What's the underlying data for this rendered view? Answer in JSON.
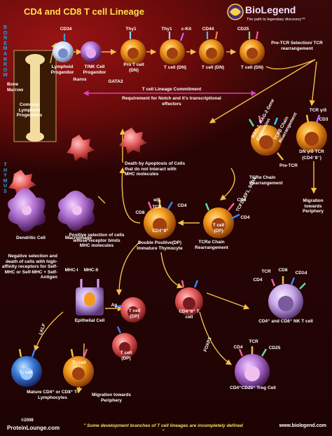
{
  "header": {
    "title": "CD4 and CD8 T cell Lineage",
    "brand_name": "BioLegend",
    "brand_tagline": "The path to legendary discovery™"
  },
  "regions": {
    "bone_marrow": "BONE MARROW",
    "thymus": "THYMUS"
  },
  "top_row": {
    "bone_marrow_label": "Bone Marrow",
    "common_lymphoid": "Common Lymphoid Progenitors",
    "cd34": "CD34",
    "lymphoid_progenitor": "Lymphoid Progenitor",
    "ikaros": "Ikaros",
    "tnk_progenitor": "T/NK Cell Progenitor",
    "gata3": "GATA3",
    "thy1_a": "Thy1",
    "pro_t": "Pro T cell (DN)",
    "thy1_b": "Thy1",
    "ckit": "c-Kit",
    "t_dn_1": "T cell (DN)",
    "cd44": "CD44",
    "t_dn_2": "T cell (DN)",
    "cd25": "CD25",
    "t_dn_3": "T cell (DN)",
    "pre_tcr_selection": "Pre-TCR Selection/ TCR rearrangement"
  },
  "commitment": {
    "title": "T cell Lineage Commitment",
    "notch": "Requirement for Notch and it's transcriptional effectors"
  },
  "right_branch": {
    "rag": "RAG-1, RAG-2 Gene Expression",
    "tcrb": "TCRβ Chain Rearrangement",
    "tcr_gd": "TCR γ/δ",
    "cd3": "CD3",
    "dn_gd_tcr": "DN γ/δ TCR",
    "cd4_cd8_neg": "(CD4⁻8⁻)",
    "pre_tcr": "Pre-TCR",
    "tcf": "TCF1/LEF1, SOX4",
    "tcra": "TCRα Chain Rearrangement",
    "migration_right": "Migration towards Periphery"
  },
  "middle": {
    "apoptosis": "Death by Apoptosis of Cells that do not interact with MHC molecules",
    "cd8_a": "CD8",
    "ab": "α/β",
    "tcr_a": "TCR",
    "cd4_a": "CD4",
    "dp_label": "CD4⁺8⁺",
    "dp_title": "Double Positive(DP) Immature Thymocyte",
    "cd8_b": "CD8",
    "cd4_b": "CD4",
    "t_dp": "T cell (DP)",
    "tcra_b": "TCRα Chain Rearrangement"
  },
  "left": {
    "dendritic": "Dendritic Cell",
    "macrophage": "Macrophage",
    "positive_selection": "Positive selection of cells whose receptor binds MHC molecules",
    "negative_selection": "Negative selection and death of cells with high-affinity receptors for Self-MHC or Self-MHC + Self-Antigen",
    "mhc1": "MHC-I",
    "mhc2": "MHC-II",
    "ag": "Ag",
    "epithelial": "Epithelial Cell",
    "t_dp_1": "T cell (DP)",
    "t_dp_2": "T cell (DP)",
    "lklf": "LKLF",
    "tc_cell_1": "T₈ cell",
    "tc_cell_2": "T₈ cell",
    "mature": "Mature CD4⁺ or CD8⁺ T-Lymphocytes",
    "migration_left": "Migration towards Periphery"
  },
  "lower_right": {
    "cd4_8_t": "CD4⁺8⁺ T cell",
    "cd4_c": "CD4",
    "tcr_c": "TCR",
    "cd8_c": "CD8",
    "cd1d": "CD1d",
    "nkt": "CD4⁺ and CD8⁺ NK T cell",
    "foxp3": "FOXP3",
    "cd4_d": "CD4",
    "tcr_d": "TCR",
    "cd25_d": "CD25",
    "treg": "CD4⁺CD25⁺ Treg Cell"
  },
  "footer": {
    "copyright": "©2008",
    "site_left": "ProteinLounge.com",
    "note": "\" Some development branches of T cell lineages are incompletely defined \"",
    "site_right": "www.biolegend.com"
  },
  "colors": {
    "title_yellow": "#ffe600",
    "footer_text": "#f0e060",
    "arrow_yellow": "#f3c04a",
    "arrow_magenta": "#e040c0",
    "region_blue": "#2aa3e8"
  }
}
